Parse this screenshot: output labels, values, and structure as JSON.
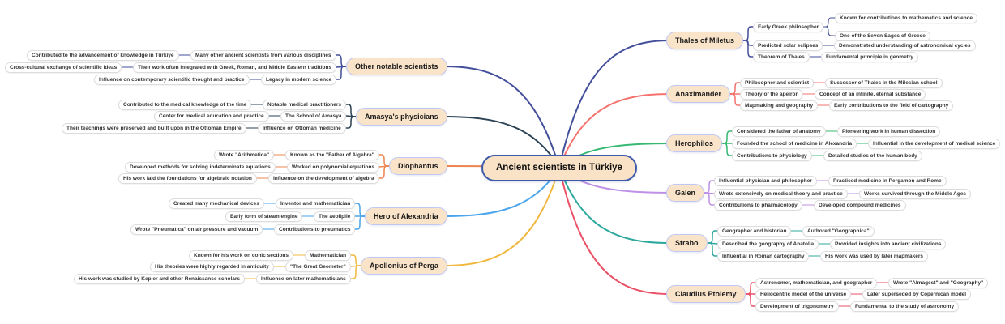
{
  "root": {
    "label": "Ancient scientists in Türkiye"
  },
  "palette": {
    "background": "#FFFFFF",
    "node_fill": "#FAE4C9",
    "root_fill": "#F9E2C5",
    "root_border": "#3D5BA9",
    "topic_border": "#BFC8F5",
    "leaf_fill": "#FFFFFF",
    "leaf_border": "#DCDCDC"
  },
  "branches": {
    "right": [
      {
        "label": "Thales of Miletus",
        "color": "#424E9A",
        "children": [
          {
            "label": "Early Greek philosopher",
            "children": [
              {
                "label": "Known for contributions to mathematics and science"
              },
              {
                "label": "One of the Seven Sages of Greece"
              }
            ]
          },
          {
            "label": "Predicted solar eclipses",
            "children": [
              {
                "label": "Demonstrated understanding of astronomical cycles"
              }
            ]
          },
          {
            "label": "Theorem of Thales",
            "children": [
              {
                "label": "Fundamental principle in geometry"
              }
            ]
          }
        ]
      },
      {
        "label": "Anaximander",
        "color": "#F4736E",
        "children": [
          {
            "label": "Philosopher and scientist",
            "children": [
              {
                "label": "Successor of Thales in the Milesian school"
              }
            ]
          },
          {
            "label": "Theory of the apeiron",
            "children": [
              {
                "label": "Concept of an infinite, eternal substance"
              }
            ]
          },
          {
            "label": "Mapmaking and geography",
            "children": [
              {
                "label": "Early contributions to the field of cartography"
              }
            ]
          }
        ]
      },
      {
        "label": "Herophilos",
        "color": "#35B871",
        "children": [
          {
            "label": "Considered the father of anatomy",
            "children": [
              {
                "label": "Pioneering work in human dissection"
              }
            ]
          },
          {
            "label": "Founded the school of medicine in Alexandria",
            "children": [
              {
                "label": "Influential in the development of medical science"
              }
            ]
          },
          {
            "label": "Contributions to physiology",
            "children": [
              {
                "label": "Detailed studies of the human body"
              }
            ]
          }
        ]
      },
      {
        "label": "Galen",
        "color": "#BE90E6",
        "children": [
          {
            "label": "Influential physician and philosopher",
            "children": [
              {
                "label": "Practiced medicine in Pergamon and Rome"
              }
            ]
          },
          {
            "label": "Wrote extensively on medical theory and practice",
            "children": [
              {
                "label": "Works survived through the Middle Ages"
              }
            ]
          },
          {
            "label": "Contributions to pharmacology",
            "children": [
              {
                "label": "Developed compound medicines"
              }
            ]
          }
        ]
      },
      {
        "label": "Strabo",
        "color": "#2FA89E",
        "children": [
          {
            "label": "Geographer and historian",
            "children": [
              {
                "label": "Authored \"Geographica\""
              }
            ]
          },
          {
            "label": "Described the geography of Anatolia",
            "children": [
              {
                "label": "Provided insights into ancient civilizations"
              }
            ]
          },
          {
            "label": "Influential in Roman cartography",
            "children": [
              {
                "label": "His work was used by later mapmakers"
              }
            ]
          }
        ]
      },
      {
        "label": "Claudius Ptolemy",
        "color": "#EA5167",
        "children": [
          {
            "label": "Astronomer, mathematician, and geographer",
            "children": [
              {
                "label": "Wrote \"Almagest\" and \"Geography\""
              }
            ]
          },
          {
            "label": "Heliocentric model of the universe",
            "children": [
              {
                "label": "Later superseded by Copernican model"
              }
            ]
          },
          {
            "label": "Development of trigonometry",
            "children": [
              {
                "label": "Fundamental to the study of astronomy"
              }
            ]
          }
        ]
      }
    ],
    "left": [
      {
        "label": "Other notable scientists",
        "color": "#424E9A",
        "children": [
          {
            "label": "Many other ancient scientists from various disciplines",
            "children": [
              {
                "label": "Contributed to the advancement of knowledge in Türkiye"
              }
            ]
          },
          {
            "label": "Their work often integrated with Greek, Roman, and Middle Eastern traditions",
            "children": [
              {
                "label": "Cross-cultural exchange of scientific ideas"
              }
            ]
          },
          {
            "label": "Legacy in modern science",
            "children": [
              {
                "label": "Influence on contemporary scientific thought and practice"
              }
            ]
          }
        ]
      },
      {
        "label": "Amasya's physicians",
        "color": "#2B4254",
        "children": [
          {
            "label": "Notable medical practitioners",
            "children": [
              {
                "label": "Contributed to the medical knowledge of the time"
              }
            ]
          },
          {
            "label": "The School of Amasya",
            "children": [
              {
                "label": "Center for medical education and practice"
              }
            ]
          },
          {
            "label": "Influence on Ottoman medicine",
            "children": [
              {
                "label": "Their teachings were preserved and built upon in the Ottoman Empire"
              }
            ]
          }
        ]
      },
      {
        "label": "Diophantus",
        "color": "#ED8450",
        "children": [
          {
            "label": "Known as the \"Father of Algebra\"",
            "children": [
              {
                "label": "Wrote \"Arithmetica\""
              }
            ]
          },
          {
            "label": "Worked on polynomial equations",
            "children": [
              {
                "label": "Developed methods for solving indeterminate equations"
              }
            ]
          },
          {
            "label": "Influence on the development of algebra",
            "children": [
              {
                "label": "His work laid the foundations for algebraic notation"
              }
            ]
          }
        ]
      },
      {
        "label": "Hero of Alexandria",
        "color": "#4BA5EA",
        "children": [
          {
            "label": "Inventor and mathematician",
            "children": [
              {
                "label": "Created many mechanical devices"
              }
            ]
          },
          {
            "label": "The aeolipile",
            "children": [
              {
                "label": "Early form of steam engine"
              }
            ]
          },
          {
            "label": "Contributions to pneumatics",
            "children": [
              {
                "label": "Wrote \"Pneumatica\" on air pressure and vacuum"
              }
            ]
          }
        ]
      },
      {
        "label": "Apollonius of Perga",
        "color": "#F1B83F",
        "children": [
          {
            "label": "Mathematician",
            "children": [
              {
                "label": "Known for his work on conic sections"
              }
            ]
          },
          {
            "label": "\"The Great Geometer\"",
            "children": [
              {
                "label": "His theories were highly regarded in antiquity"
              }
            ]
          },
          {
            "label": "Influence on later mathematicians",
            "children": [
              {
                "label": "His work was studied by Kepler and other Renaissance scholars"
              }
            ]
          }
        ]
      }
    ]
  }
}
